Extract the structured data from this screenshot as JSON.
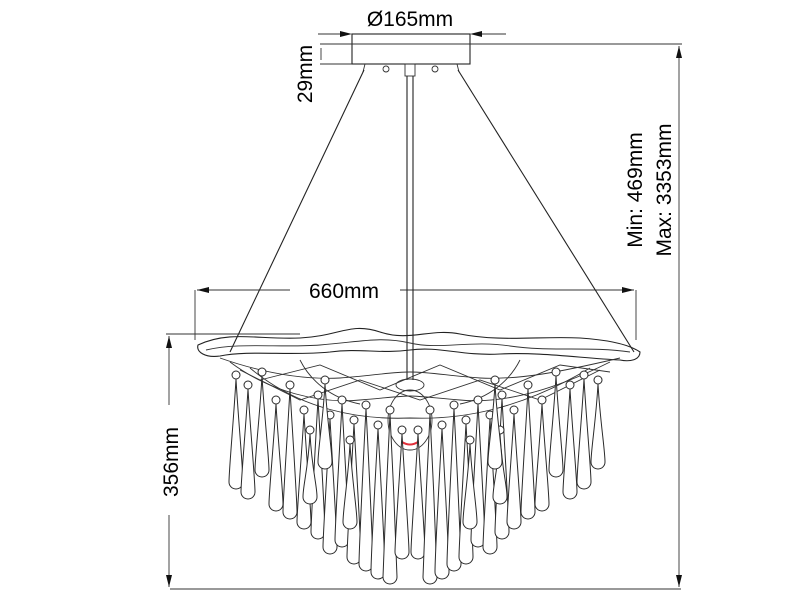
{
  "drawing": {
    "subject": "pendant chandelier with teardrop crystals",
    "line_color": "#222222",
    "accent_color": "#e0303a",
    "background": "#ffffff"
  },
  "dimensions": {
    "canopy_diameter": "Ø165mm",
    "canopy_height": "29mm",
    "width": "660mm",
    "body_height": "356mm",
    "overall_min": "Min: 469mm",
    "overall_max": "Max: 3353mm"
  }
}
